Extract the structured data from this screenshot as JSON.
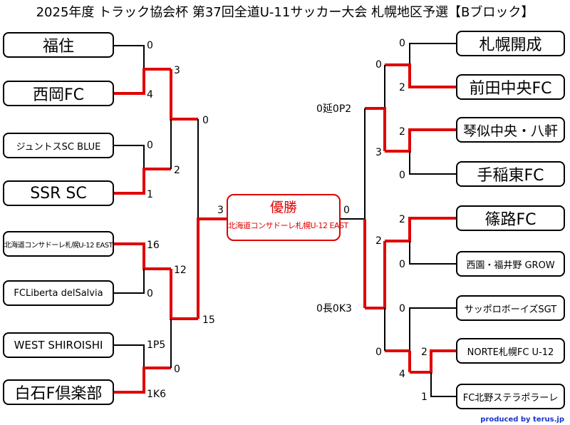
{
  "title": "2025年度 トラック協会杯 第37回全道U-11サッカー大会 札幌地区予選【Bブロック】",
  "final": {
    "label": "優勝",
    "winner": "北海道コンサドーレ札幌U-12 EAST",
    "left_score": "3",
    "right_score": "0"
  },
  "left_teams": [
    "福住",
    "西岡FC",
    "ジュントスSC BLUE",
    "SSR SC",
    "北海道コンサドーレ札幌U-12 EAST",
    "FCLiberta delSalvia",
    "WEST SHIROISHI",
    "白石F倶楽部"
  ],
  "right_teams": [
    "札幌開成",
    "前田中央FC",
    "琴似中央・八軒",
    "手稲東FC",
    "篠路FC",
    "西園・福井野 GROW",
    "サッポロボーイズSGT",
    "NORTE札幌FC U-12",
    "FC北野ステラポラーレ"
  ],
  "left_scores": {
    "r1": [
      "0",
      "4",
      "0",
      "1",
      "16",
      "0",
      "1P5",
      "1K6"
    ],
    "r2": [
      "3",
      "2",
      "12",
      "0"
    ],
    "r3": [
      "0",
      "15"
    ]
  },
  "right_scores": {
    "r1": [
      "0",
      "2",
      "2",
      "0",
      "2",
      "0"
    ],
    "prelim": [
      "2",
      "1"
    ],
    "r2": [
      "0",
      "3",
      "2",
      "0",
      "0",
      "4"
    ],
    "r3": [
      "0延0P2",
      "0長0K3"
    ]
  },
  "credit": "produced by terus.jp"
}
